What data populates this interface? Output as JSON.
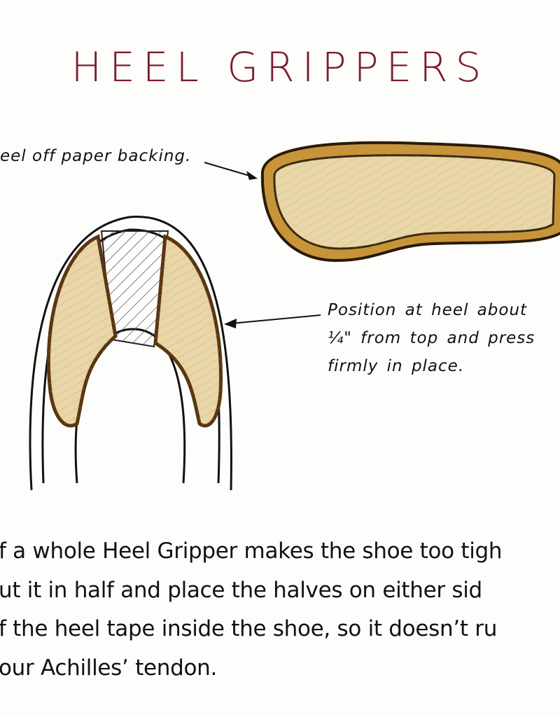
{
  "title": "HEEL GRIPPERS",
  "captions": {
    "peel": "eel off paper backing.",
    "position_lines": [
      "Position at heel about",
      "¼\" from top and press",
      "firmly in place."
    ]
  },
  "body_lines": [
    "f a whole Heel Gripper makes the shoe too tigh",
    "ut it in half and place the halves on either sid",
    "f the heel tape inside the shoe, so it doesn’t ru",
    "our Achilles’ tendon."
  ],
  "colors": {
    "title": "#7a1d2c",
    "gripper_fill": "#e8d6a8",
    "gripper_edge": "#8a5a1a"
  }
}
